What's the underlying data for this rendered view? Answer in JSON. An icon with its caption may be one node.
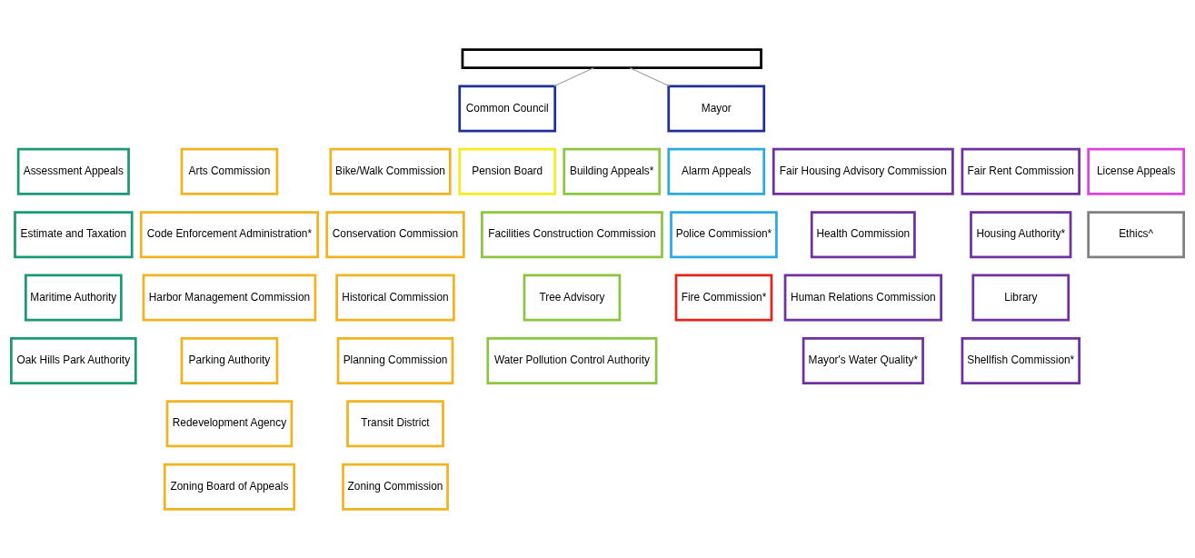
{
  "diagram": {
    "nodes": [
      {
        "text": [],
        "shape": "box"
      },
      {
        "text": [
          "Common Council"
        ]
      },
      {
        "text": [
          "Mayor"
        ]
      },
      {
        "text": [
          "Assessment Appeals"
        ]
      },
      {
        "text": [
          "Arts Commission"
        ]
      },
      {
        "text": [
          "Bike/Walk Commission"
        ]
      },
      {
        "text": [
          "Pension Board"
        ]
      },
      {
        "text": [
          "Building Appeals*"
        ]
      },
      {
        "text": [
          "Alarm Appeals"
        ]
      },
      {
        "text": [
          "Fair Housing Advisory Commission"
        ]
      },
      {
        "text": [
          "Fair Rent Commission"
        ]
      },
      {
        "text": [
          "License Appeals"
        ]
      },
      {
        "text": [
          "Estimate and Taxation"
        ]
      },
      {
        "text": [
          "Code Enforcement Administration*"
        ]
      },
      {
        "text": [
          "Conservation Commission"
        ]
      },
      {
        "text": [
          "Facilities Construction Commission"
        ]
      },
      {
        "text": [
          "Police Commission*"
        ]
      },
      {
        "text": [
          "Health Commission"
        ]
      },
      {
        "text": [
          "Housing Authority*"
        ]
      },
      {
        "text": [
          "Ethics^"
        ]
      },
      {
        "text": [
          "Maritime Authority"
        ]
      },
      {
        "text": [
          "Harbor Management Commission"
        ]
      },
      {
        "text": [
          "Historical Commission"
        ]
      },
      {
        "text": [
          "Tree Advisory"
        ]
      },
      {
        "text": [
          "Fire Commission*"
        ]
      },
      {
        "text": [
          "Human Relations Commission"
        ]
      },
      {
        "text": [
          "Library"
        ]
      },
      {
        "text": [
          "Oak Hills Park Authority"
        ]
      },
      {
        "text": [
          "Parking Authority"
        ]
      },
      {
        "text": [
          "Planning Commission"
        ]
      },
      {
        "text": [
          "Water Pollution Control Authority"
        ]
      },
      {
        "text": [
          "Mayor's Water Quality*"
        ]
      },
      {
        "text": [
          "Shellfish Commission*"
        ]
      },
      {
        "text": [
          "Redevelopment Agency"
        ]
      },
      {
        "text": [
          "Transit District"
        ]
      },
      {
        "text": [
          "Zoning Board of Appeals"
        ]
      },
      {
        "text": [
          "Zoning Commission"
        ]
      }
    ],
    "edges": [
      {
        "from": 0,
        "to": 1,
        "arrow": "none"
      },
      {
        "from": 0,
        "to": 2,
        "arrow": "none"
      }
    ]
  }
}
